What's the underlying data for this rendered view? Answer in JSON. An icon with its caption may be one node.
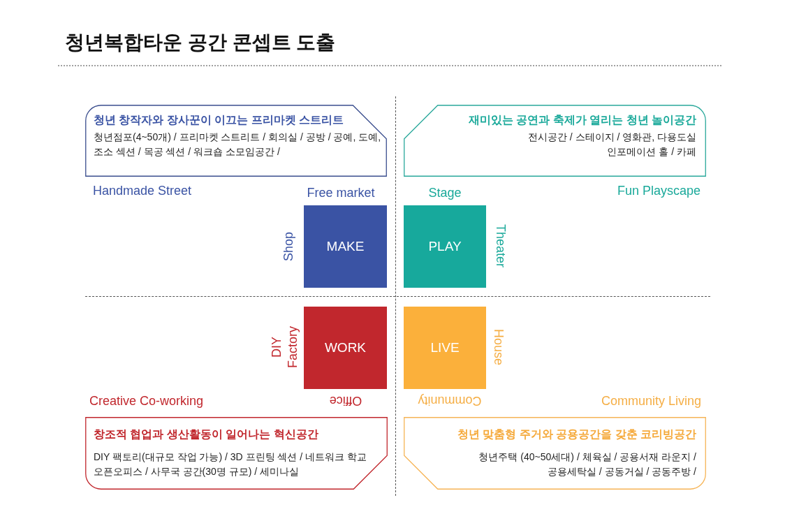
{
  "diagram": {
    "title": "청년복합타운 공간 콘셉트 도출",
    "nodes": [
      {
        "text": [
          "청년 창작자와 장사꾼이 이끄는 프리마켓 스트리트",
          "청년점포(4~50개) / 프리마켓 스트리트 / 회의실 / 공방 / 공예, 도예, 조소 섹션 / 목공 섹션 / 워크숍 소모임공간 /"
        ],
        "beside": [
          "Handmade Street"
        ]
      },
      {
        "text": [
          "재미있는 공연과 축제가 열리는 청년 놀이공간",
          "전시공간 / 스테이지 / 영화관, 다용도실 인포메이션 홀 / 카페"
        ],
        "beside": [
          "Fun Playscape"
        ]
      },
      {
        "text": [
          "MAKE"
        ],
        "beside": [
          "Free market",
          "Shop"
        ]
      },
      {
        "text": [
          "PLAY"
        ],
        "beside": [
          "Stage",
          "Theater"
        ]
      },
      {
        "text": [
          "WORK"
        ],
        "beside": [
          "DIY Factory",
          "Office"
        ]
      },
      {
        "text": [
          "LIVE"
        ],
        "beside": [
          "House",
          "Community"
        ]
      },
      {
        "text": [
          "창조적 협업과 생산활동이 일어나는 혁신공간",
          "DIY 팩토리(대규모 작업 가능) / 3D 프린팅 섹션 / 네트워크 학교 오픈오피스 / 사무국 공간(30명 규모) / 세미나실"
        ],
        "beside": [
          "Creative Co-working"
        ]
      },
      {
        "text": [
          "청년 맞춤형 주거와 공용공간을 갖춘 코리빙공간",
          "청년주택 (40~50세대) / 체육실 / 공용서재 라운지 / 공용세탁실 / 공동거실 / 공동주방 /"
        ],
        "beside": [
          "Community Living"
        ]
      }
    ]
  }
}
